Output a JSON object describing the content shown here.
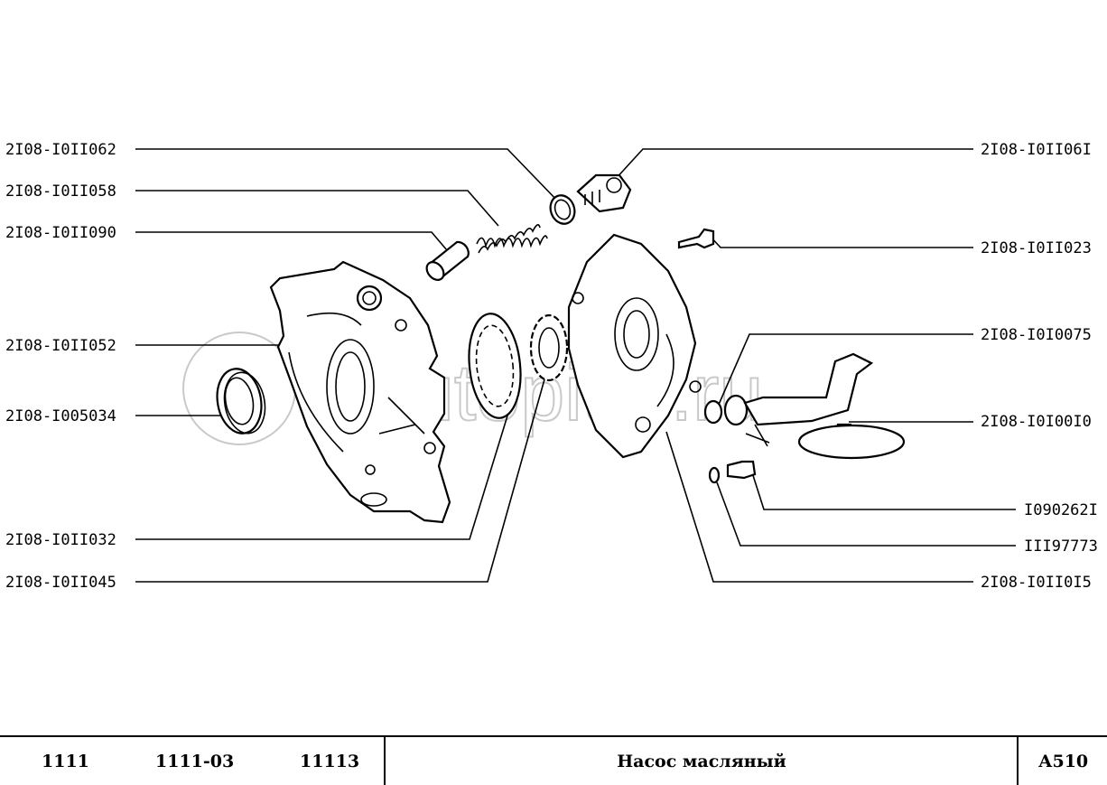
{
  "watermark": "autopiter.ru",
  "labels_left": [
    "2I08-I0II062",
    "2I08-I0II058",
    "2I08-I0II090",
    "2I08-I0II052",
    "2I08-I005034",
    "2I08-I0II032",
    "2I08-I0II045"
  ],
  "labels_right": [
    "2I08-I0II06I",
    "2I08-I0II023",
    "2I08-I0I0075",
    "2I08-I0I00I0",
    "I090262I",
    "III97773",
    "2I08-I0II0I5"
  ],
  "footer": {
    "model_1": "1111",
    "model_2": "1111-03",
    "model_3": "11113",
    "title": "Насос масляный",
    "code": "А510"
  }
}
